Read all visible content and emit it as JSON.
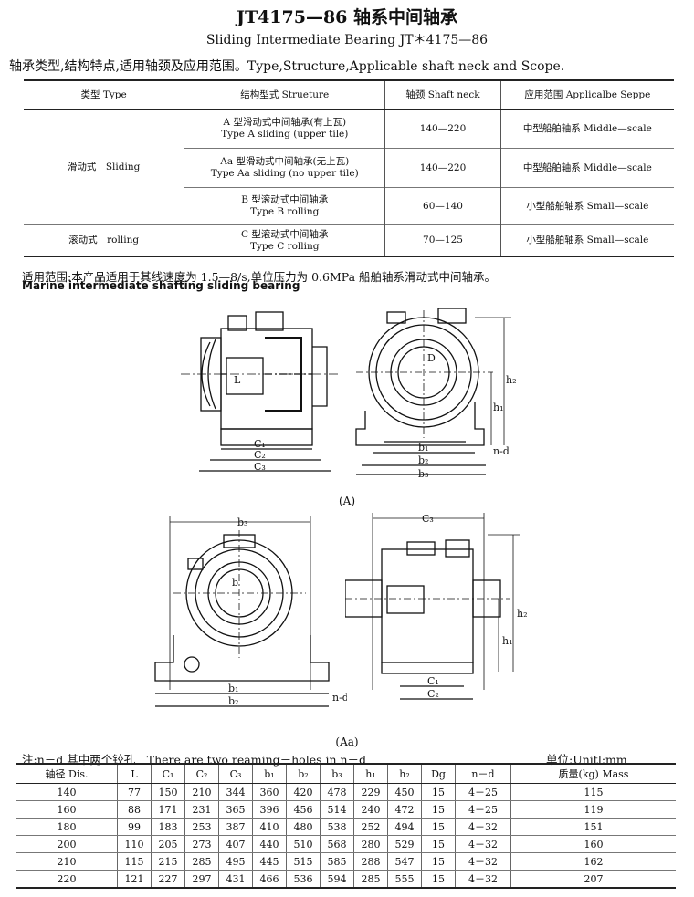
{
  "title": "JT4175—86 轴系中间轴承",
  "subtitle": "Sliding Intermediate Bearing JT＊4175—86",
  "intro": "轴承类型,结构特点,适用轴颈及应用范围。Type,Structure,Applicable shaft neck and Scope.",
  "type_table": {
    "headers": [
      "类型 Type",
      "结构型式 Strueture",
      "轴颈 Shaft neck",
      "应用范围 Applicalbe Seppe"
    ],
    "groups": {
      "sliding": "滑动式　Sliding",
      "rolling": "滚动式　rolling"
    },
    "rows": [
      {
        "structure_cn": "A 型滑动式中间轴承(有上瓦)",
        "structure_en": "Type A sliding (upper tile)",
        "neck": "140—220",
        "scope": "中型船舶轴系 Middle—scale"
      },
      {
        "structure_cn": "Aa 型滑动式中间轴承(无上瓦)",
        "structure_en": "Type Aa sliding (no upper tile)",
        "neck": "140—220",
        "scope": "中型船舶轴系 Middle—scale"
      },
      {
        "structure_cn": "B 型滚动式中间轴承",
        "structure_en": "Type B rolling",
        "neck": "60—140",
        "scope": "小型船舶轴系 Small—scale"
      },
      {
        "structure_cn": "C 型滚动式中间轴承",
        "structure_en": "Type C rolling",
        "neck": "70—125",
        "scope": "小型船舶轴系 Small—scale"
      }
    ]
  },
  "scope_cn": "适用范围:本产品适用于其线速度为 1.5—8/s,单位压力为 0.6MPa 船舶轴系滑动式中间轴承。",
  "scope_en": "Marine intermediate shafting sliding bearing",
  "drawing_labels": {
    "L": "L",
    "C1": "C₁",
    "C2": "C₂",
    "C3": "C₃",
    "b1": "b₁",
    "b2": "b₂",
    "b3": "b₃",
    "h1": "h₁",
    "h2": "h₂",
    "D": "D",
    "nd": "n-d",
    "b": "b"
  },
  "caption_a": "(A)",
  "caption_aa": "(Aa)",
  "note": "注:n－d 其中两个铰孔　There are two reaming－holes in n－d",
  "unit": "单位:Unitl:mm",
  "dim_table": {
    "headers": [
      "轴径 Dis.",
      "L",
      "C₁",
      "C₂",
      "C₃",
      "b₁",
      "b₂",
      "b₃",
      "h₁",
      "h₂",
      "Dg",
      "n－d",
      "质量(kg) Mass"
    ],
    "rows": [
      [
        "140",
        "77",
        "150",
        "210",
        "344",
        "360",
        "420",
        "478",
        "229",
        "450",
        "15",
        "4－25",
        "115"
      ],
      [
        "160",
        "88",
        "171",
        "231",
        "365",
        "396",
        "456",
        "514",
        "240",
        "472",
        "15",
        "4－25",
        "119"
      ],
      [
        "180",
        "99",
        "183",
        "253",
        "387",
        "410",
        "480",
        "538",
        "252",
        "494",
        "15",
        "4－32",
        "151"
      ],
      [
        "200",
        "110",
        "205",
        "273",
        "407",
        "440",
        "510",
        "568",
        "280",
        "529",
        "15",
        "4－32",
        "160"
      ],
      [
        "210",
        "115",
        "215",
        "285",
        "495",
        "445",
        "515",
        "585",
        "288",
        "547",
        "15",
        "4－32",
        "162"
      ],
      [
        "220",
        "121",
        "227",
        "297",
        "431",
        "466",
        "536",
        "594",
        "285",
        "555",
        "15",
        "4－32",
        "207"
      ]
    ]
  }
}
